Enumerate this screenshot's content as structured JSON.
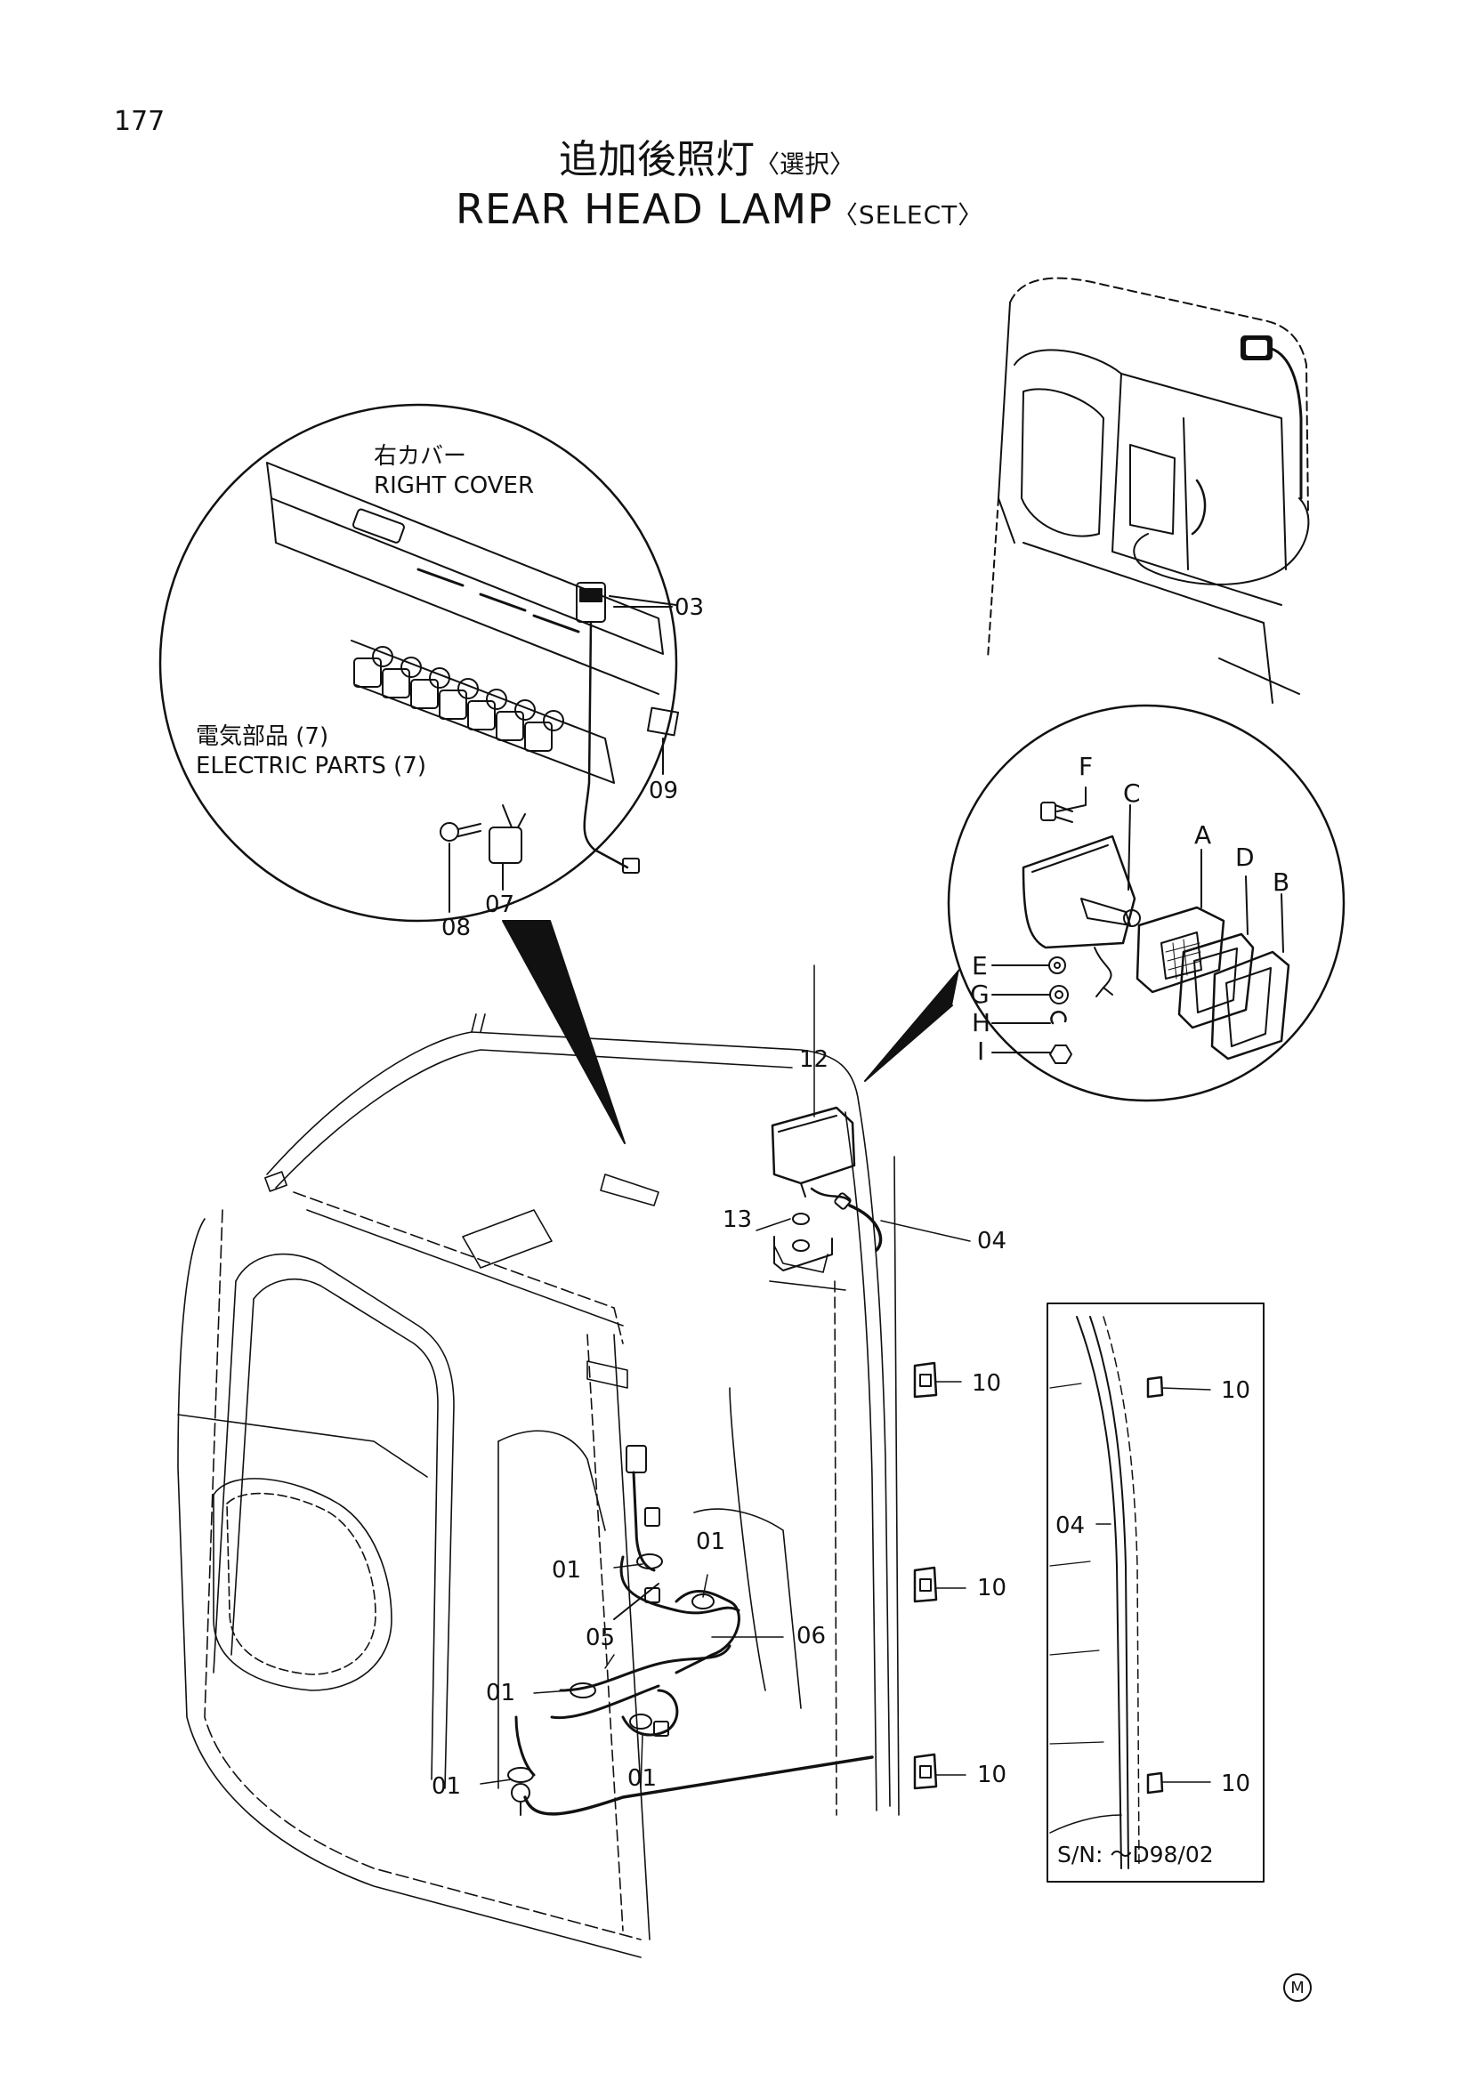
{
  "page_number": "177",
  "title_jp": "追加後照灯",
  "title_jp_sub": "〈選択〉",
  "title_en": "REAR HEAD LAMP",
  "title_en_sub": "〈SELECT〉",
  "labels": {
    "right_cover_jp": "右カバー",
    "right_cover_en": "RIGHT COVER",
    "electric_jp": "電気部品 (7)",
    "electric_en": "ELECTRIC PARTS (7)",
    "p03": "03",
    "p09": "09",
    "p07": "07",
    "p08": "08",
    "lamp_F": "F",
    "lamp_C": "C",
    "lamp_A": "A",
    "lamp_D": "D",
    "lamp_B": "B",
    "lamp_E": "E",
    "lamp_G": "G",
    "lamp_H": "H",
    "lamp_I": "I",
    "p12": "12",
    "p13": "13",
    "p04": "04",
    "p10_a": "10",
    "p10_b": "10",
    "p10_c": "10",
    "p01_a": "01",
    "p01_b": "01",
    "p01_c": "01",
    "p01_d": "01",
    "p01_e": "01",
    "p05": "05",
    "p06": "06",
    "inset_04": "04",
    "inset_10_top": "10",
    "inset_10_bottom": "10",
    "serial": "S/N: ～D98/02"
  },
  "mark": "M"
}
